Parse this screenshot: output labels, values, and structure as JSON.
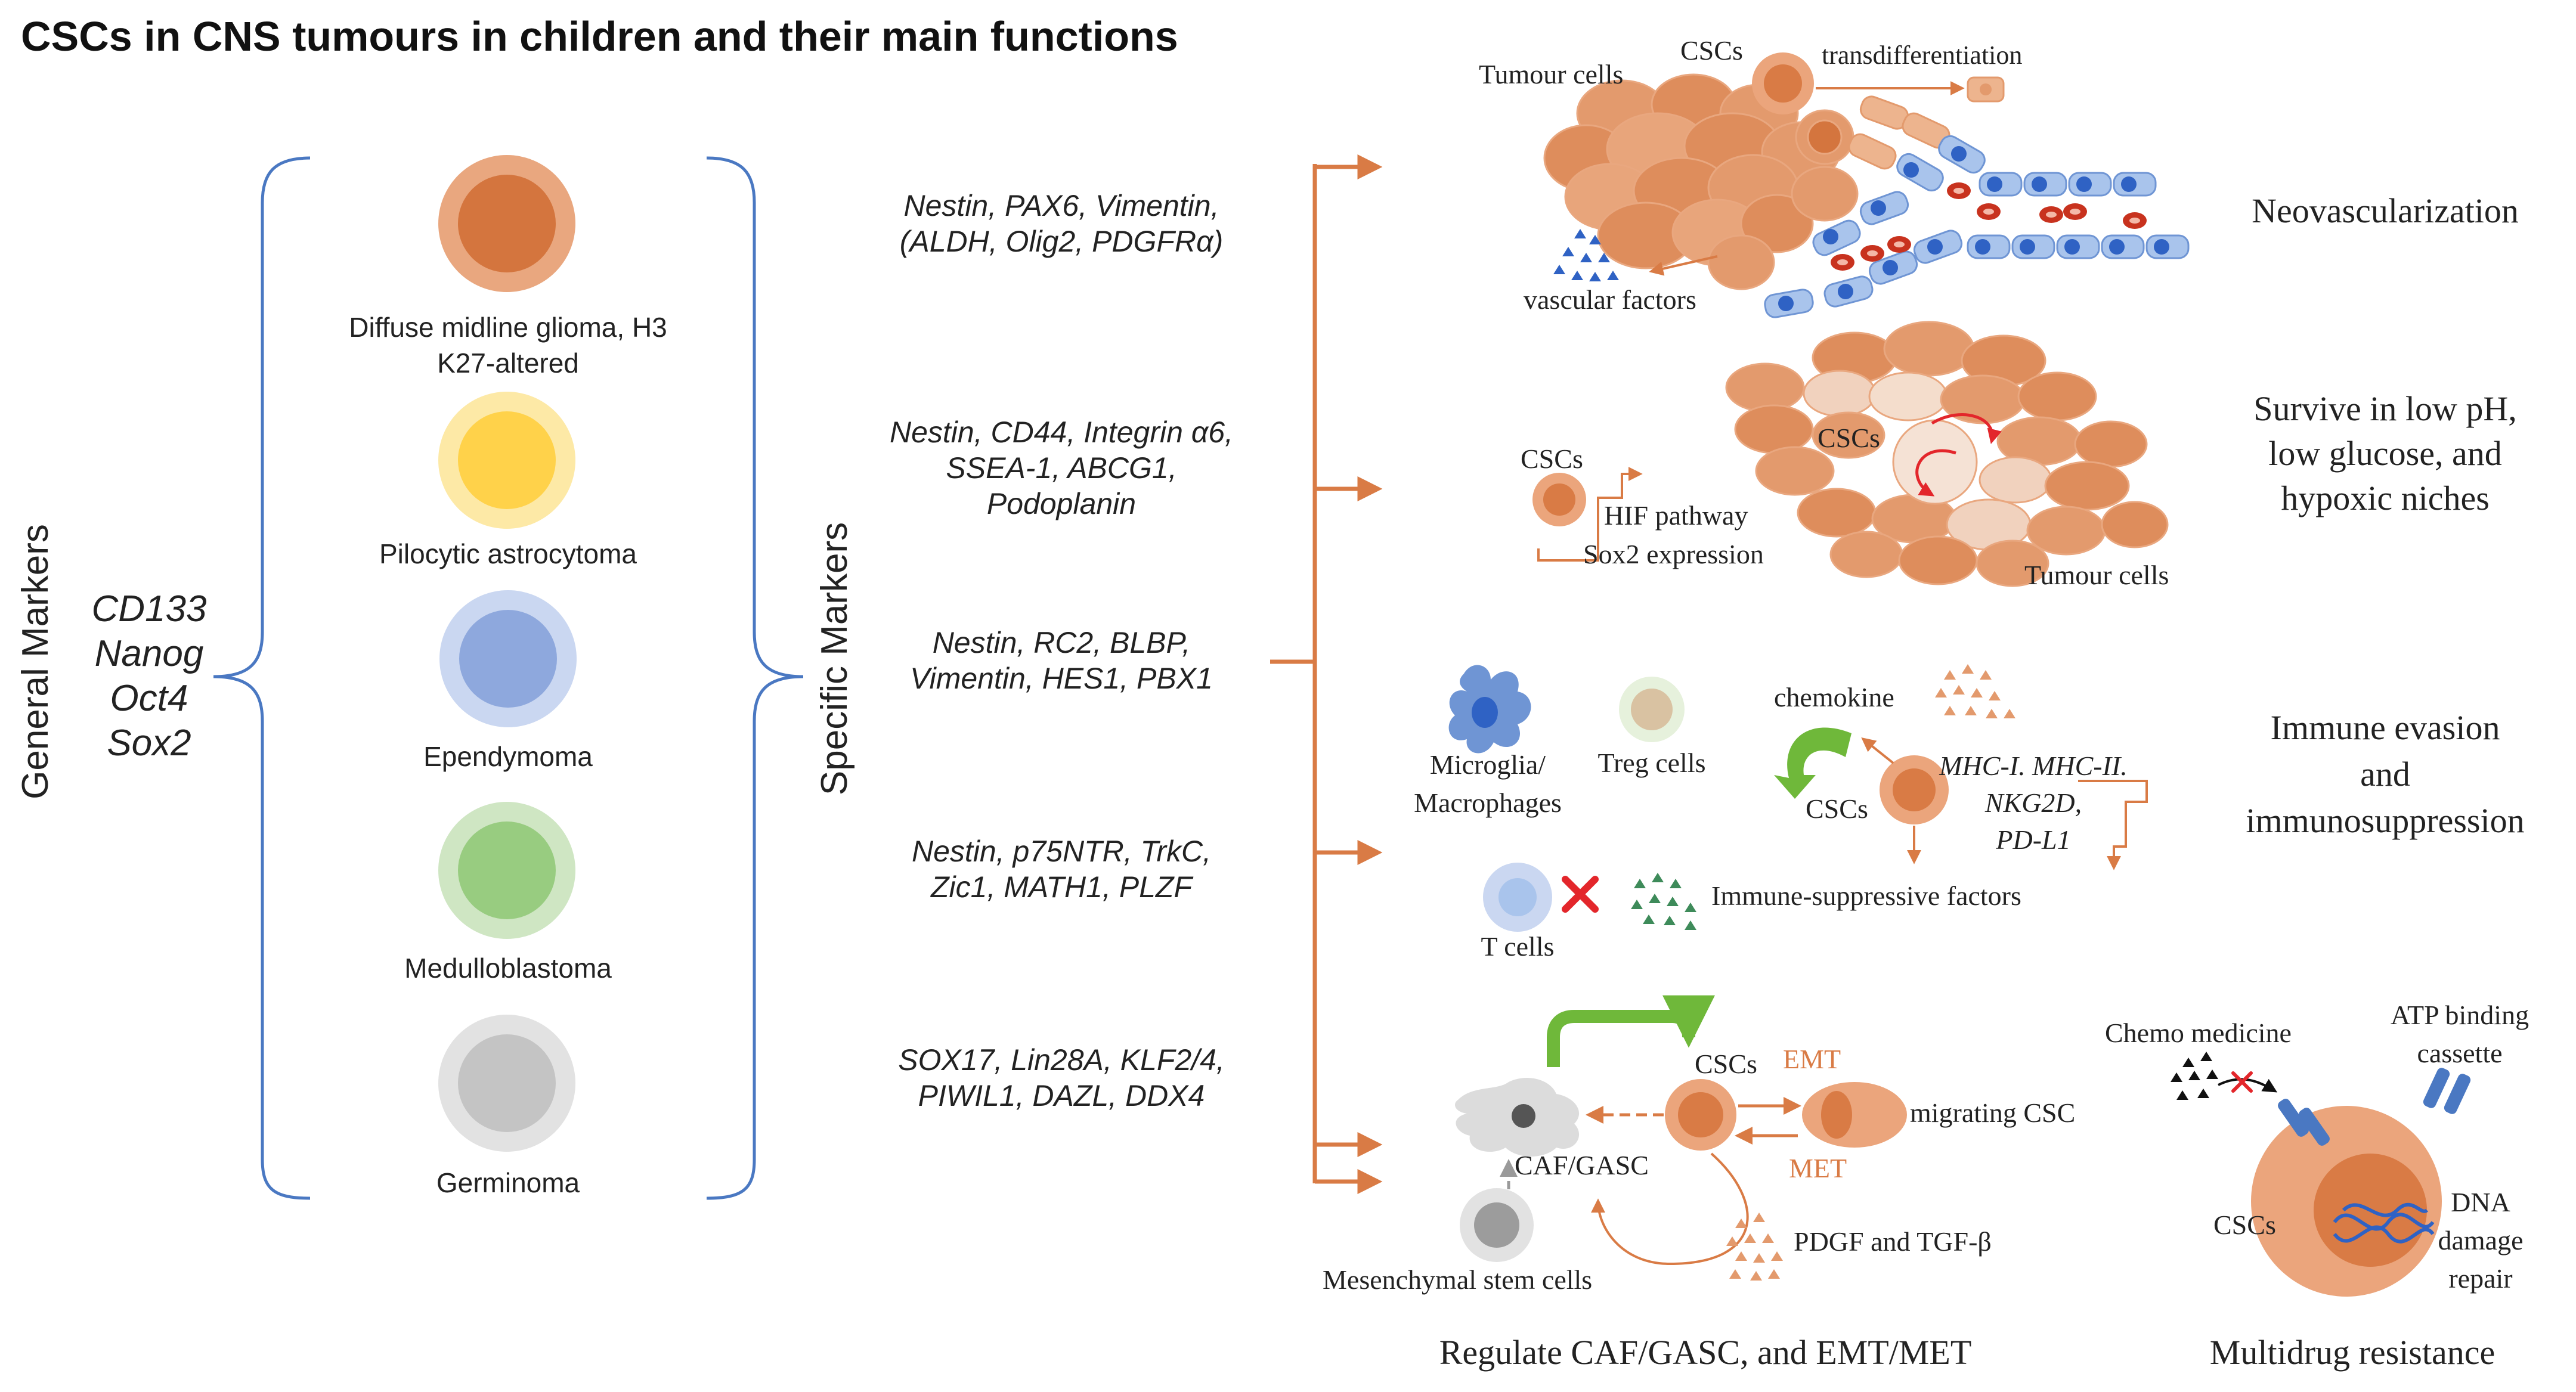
{
  "title": "CSCs in CNS tumours in children and their main functions",
  "left": {
    "general_label": "General Markers",
    "general_markers": [
      "CD133",
      "Nanog",
      "Oct4",
      "Sox2"
    ],
    "specific_label": "Specific Markers",
    "tumours": [
      {
        "label_lines": [
          "Diffuse midline glioma, H3",
          "K27-altered"
        ],
        "outer": "#E9A77F",
        "inner": "#D4753E"
      },
      {
        "label_lines": [
          "Pilocytic astrocytoma"
        ],
        "outer": "#FDE9A6",
        "inner": "#FFD24A"
      },
      {
        "label_lines": [
          "Ependymoma"
        ],
        "outer": "#CAD7F1",
        "inner": "#8EA8DD"
      },
      {
        "label_lines": [
          "Medulloblastoma"
        ],
        "outer": "#CFE6C3",
        "inner": "#98CC80"
      },
      {
        "label_lines": [
          "Germinoma"
        ],
        "outer": "#E2E2E2",
        "inner": "#C4C4C4"
      }
    ],
    "specific_markers": [
      [
        "Nestin, PAX6, Vimentin,",
        "(ALDH, Olig2, PDGFRα)"
      ],
      [
        "Nestin, CD44, Integrin α6,",
        "SSEA-1, ABCG1,",
        "Podoplanin"
      ],
      [
        "Nestin, RC2, BLBP,",
        "Vimentin, HES1, PBX1"
      ],
      [
        "Nestin, p75NTR, TrkC,",
        "Zic1, MATH1, PLZF"
      ],
      [
        "SOX17, Lin28A, KLF2/4,",
        "PIWIL1, DAZL, DDX4"
      ]
    ]
  },
  "functions": {
    "neovascularization": {
      "title": "Neovascularization",
      "tumour_cells": "Tumour cells",
      "cscs": "CSCs",
      "transdifferentiation": "transdifferentiation",
      "vascular_factors": "vascular factors"
    },
    "survival": {
      "title_lines": [
        "Survive in low pH,",
        "low glucose, and",
        "hypoxic niches"
      ],
      "cscs_left": "CSCs",
      "cscs_center": "CSCs",
      "hif": "HIF pathway",
      "sox2": "Sox2 expression",
      "tumour_cells": "Tumour cells"
    },
    "immune": {
      "title_lines": [
        "Immune evasion",
        "and",
        "immunosuppression"
      ],
      "microglia_lines": [
        "Microglia/",
        "Macrophages"
      ],
      "treg": "Treg cells",
      "chemokine": "chemokine",
      "cscs": "CSCs",
      "mhc_lines": [
        "MHC-I. MHC-II.",
        "NKG2D,",
        "PD-L1"
      ],
      "t_cells": "T cells",
      "factors": "Immune-suppressive factors"
    },
    "caf": {
      "title": "Regulate CAF/GASC, and EMT/MET",
      "cscs": "CSCs",
      "emt": "EMT",
      "met": "MET",
      "migrating": "migrating CSC",
      "caf_gasc": "CAF/GASC",
      "pdgf": "PDGF and TGF-β",
      "msc": "Mesenchymal stem cells"
    },
    "mdr": {
      "title": "Multidrug resistance",
      "chemo": "Chemo medicine",
      "atp_lines": [
        "ATP binding",
        "cassette"
      ],
      "cscs": "CSCs",
      "dna_lines": [
        "DNA",
        "damage",
        "repair"
      ]
    }
  },
  "colors": {
    "orange": "#D97B45",
    "orange_light": "#EBA57C",
    "vessel_fill": "#A9C4EC",
    "vessel_nucleus": "#2F62C4",
    "rbc": "#C8321E",
    "green": "#6FB83A",
    "red": "#E3262B",
    "brace": "#4A78C2"
  }
}
